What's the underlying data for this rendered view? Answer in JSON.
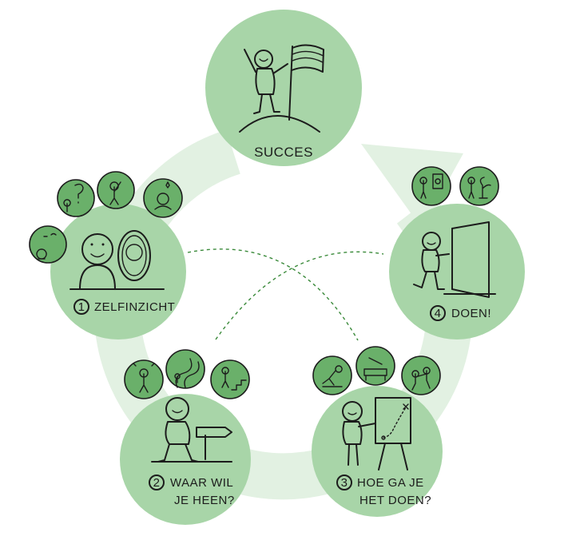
{
  "steps": {
    "center": {
      "label": "SUCCES"
    },
    "step1": {
      "number": "1",
      "label": "ZELFINZICHT"
    },
    "step2": {
      "number": "2",
      "line1": "WAAR WIL",
      "line2": "JE HEEN?"
    },
    "step3": {
      "number": "3",
      "line1": "HOE GA JE",
      "line2": "HET DOEN?"
    },
    "step4": {
      "number": "4",
      "label": "DOEN!"
    }
  },
  "colors": {
    "big_circle": "#a8d5a8",
    "mini_circle": "#6ab06a",
    "arrow": "#e2f1e2",
    "ink": "#1c1c1c"
  }
}
